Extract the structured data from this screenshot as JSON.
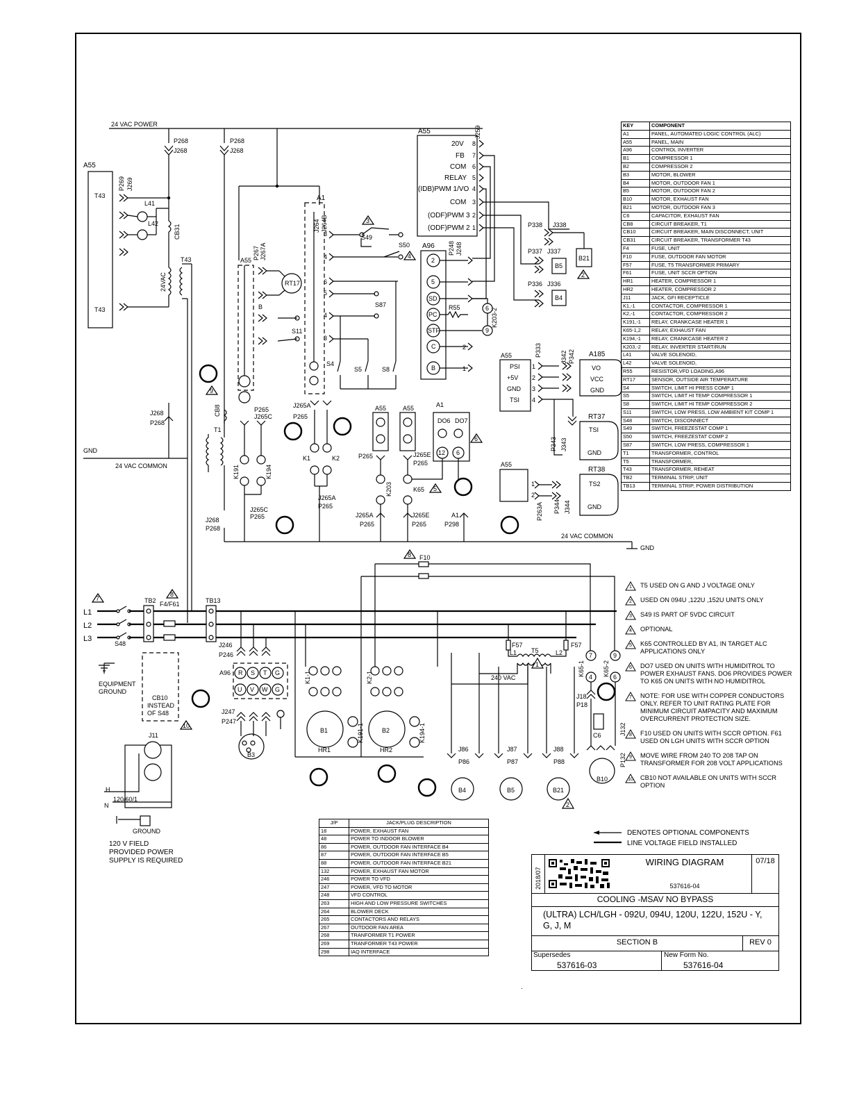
{
  "power": {
    "vac_power": "24 VAC  POWER",
    "vac_common": "24 VAC  COMMON",
    "vac_common_2": "24 VAC  COMMON",
    "gnd": "GND",
    "gnd_2": "GND"
  },
  "labels": {
    "p268_1": "P268",
    "j268_1": "J268",
    "p268_2": "P268",
    "j268_2": "J268",
    "a55_left": "A55",
    "t43_top": "T43",
    "t43_bottom": "T43",
    "p269": "P269",
    "j269": "J269",
    "l41": "L41",
    "l42": "L42",
    "cb31": "CB31",
    "t43_coil": "T43",
    "vac24": "24VAC",
    "a1": "A1",
    "j264": "J264",
    "j264b": "J264B",
    "a55_mid": "A55",
    "p267": "P267",
    "j267a": "J267A",
    "rt17": "RT17",
    "s11": "S11",
    "s49": "S49",
    "s50": "S50",
    "s87": "S87",
    "s4": "S4",
    "s5": "S5",
    "s8": "S8",
    "j265a": "J265A",
    "p265": "P265",
    "k1": "K1",
    "k2": "K2",
    "cb8": "CB8",
    "t1": "T1",
    "j268_3": "J268",
    "p268_3": "P268",
    "k191": "K191",
    "k194": "K194",
    "p265_b": "P265",
    "j265c": "J265C",
    "j265c_2": "J265C",
    "p265_c": "P265",
    "j268_4": "J268",
    "p268_4": "P268",
    "a96": "A96",
    "r55": "R55",
    "k203_2": "K203-2",
    "a55_top": "A55",
    "a55_t_20v": "20V",
    "a55_t_fb": "FB",
    "a55_t_com": "COM",
    "a55_t_relay": "RELAY",
    "a55_t_pwm1": "(IDB)PWM 1/VO",
    "a55_t_com2": "COM",
    "a55_t_pwm3": "(ODF)PWM 3",
    "a55_t_pwm2": "(ODF)PWM 2",
    "j259": "J259",
    "p248": "P248",
    "j248": "J248",
    "p338": "P338",
    "j338": "J338",
    "p337": "P337",
    "j337": "J337",
    "p336": "P336",
    "j336": "J336",
    "b5": "B5",
    "b4": "B4",
    "b21": "B21",
    "a55_r1": "A55",
    "psi": "PSI",
    "v5": "+5V",
    "gnd_r": "GND",
    "tsi": "TSI",
    "p333": "P333",
    "j342": "J342",
    "p342": "P342",
    "a185": "A185",
    "vo": "VO",
    "vcc": "VCC",
    "gnd_a185": "GND",
    "rt37": "RT37",
    "tsi_rt37": "TSI",
    "gnd_rt37": "GND",
    "p343": "P343",
    "j343": "J343",
    "a55_r2": "A55",
    "p263a": "P263A",
    "p344": "P344",
    "j344": "J344",
    "rt38": "RT38",
    "ts2": "TS2",
    "gnd_rt38": "GND",
    "a55_c1": "A55",
    "a55_c2": "A55",
    "a1_do": "A1",
    "do6": "DO6",
    "do7": "DO7",
    "p265_d": "P265",
    "j265e": "J265E",
    "p265_e": "P265",
    "k203": "K203",
    "k65": "K65",
    "j265a_2": "J265A",
    "p265_f": "P265",
    "j265a_3": "J265A",
    "p265_g": "P265",
    "j265e_2": "J265E",
    "p265_h": "P265",
    "a1_2": "A1",
    "p298": "P298",
    "f10": "F10",
    "l1": "L1",
    "l2": "L2",
    "l3": "L3",
    "tb2": "TB2",
    "f4f61": "F4/F61",
    "tb13": "TB13",
    "s48": "S48",
    "j246": "J246",
    "p246": "P246",
    "a96_2": "A96",
    "j247": "J247",
    "p247": "P247",
    "b3": "B3",
    "k1_1": "K1-1",
    "b1": "B1",
    "hr1": "HR1",
    "k191_1": "K191-1",
    "k2_1": "K2-1",
    "b2": "B2",
    "hr2": "HR2",
    "k194_1": "K194-1",
    "f57_l": "F57",
    "f57_r": "F57",
    "t5": "T5",
    "l1_t5": "L1",
    "l2_t5": "L2",
    "vac240": "240 VAC",
    "k65_1": "K65-1",
    "k65_2": "K65-2",
    "j18": "J18",
    "p18": "P18",
    "c6": "C6",
    "j132": "J132",
    "p132": "P132",
    "b10": "B10",
    "j86": "J86",
    "p86": "P86",
    "j87": "J87",
    "p87": "P87",
    "j88": "J88",
    "p88": "P88",
    "b4_m": "B4",
    "b5_m": "B5",
    "b21_m": "B21",
    "equip_ground": "EQUIPMENT",
    "equip_ground_2": "GROUND",
    "cb10": "CB10",
    "instead": "INSTEAD",
    "of_s48": "OF S48",
    "j11": "J11",
    "h": "H",
    "n": "N",
    "v120": "120/60/1",
    "ground": "GROUND"
  },
  "key_table": {
    "header": [
      "KEY",
      "COMPONENT"
    ],
    "rows": [
      [
        "A1",
        "PANEL, AUTOMATED LOGIC CONTROL (ALC)"
      ],
      [
        "A55",
        "PANEL, MAIN"
      ],
      [
        "A96",
        "CONTROL INVERTER"
      ],
      [
        "B1",
        "COMPRESSOR 1"
      ],
      [
        "B2",
        "COMPRESSOR 2"
      ],
      [
        "B3",
        "MOTOR, BLOWER"
      ],
      [
        "B4",
        "MOTOR, OUTDOOR FAN 1"
      ],
      [
        "B5",
        "MOTOR, OUTDOOR FAN 2"
      ],
      [
        "B10",
        "MOTOR, EXHAUST FAN"
      ],
      [
        "B21",
        "MOTOR, OUTDOOR FAN 3"
      ],
      [
        "C6",
        "CAPACITOR, EXHAUST FAN"
      ],
      [
        "CB8",
        "CIRCUIT BREAKER, T1"
      ],
      [
        "CB10",
        "CIRCUIT BREAKER, MAIN DISCONNECT, UNIT"
      ],
      [
        "CB31",
        "CIRCUIT BREAKER, TRANSFORMER T43"
      ],
      [
        "F4",
        "FUSE, UNIT"
      ],
      [
        "F10",
        "FUSE, OUTDOOR FAN MOTOR"
      ],
      [
        "F57",
        "FUSE, T5 TRANSFORMER PRIMARY"
      ],
      [
        "F61",
        "FUSE, UNIT SCCR OPTION"
      ],
      [
        "HR1",
        "HEATER, COMPRESSOR 1"
      ],
      [
        "HR2",
        "HEATER, COMPRESSOR 2"
      ],
      [
        "J11",
        "JACK, GFI RECEPTICLE"
      ],
      [
        "K1,-1",
        "CONTACTOR, COMPRESSOR 1"
      ],
      [
        "K2,-1",
        "CONTACTOR, COMPRESSOR 2"
      ],
      [
        "K191,-1",
        "RELAY, CRANKCASE HEATER 1"
      ],
      [
        "K65-1,2",
        "RELAY, EXHAUST FAN"
      ],
      [
        "K194,-1",
        "RELAY, CRANKCASE HEATER 2"
      ],
      [
        "K203,-2",
        "RELAY, INVERTER START/RUN"
      ],
      [
        "L41",
        "VALVE SOLENOID,"
      ],
      [
        "L42",
        "VALVE SOLENOID,"
      ],
      [
        "R55",
        "RESISTOR,VFD LOADING,A96"
      ],
      [
        "RT17",
        "SENSOR, OUTSIDE AIR TEMPERATURE"
      ],
      [
        "S4",
        "SWITCH, LIMIT HI PRESS  COMP 1"
      ],
      [
        "S5",
        "SWITCH, LIMIT HI TEMP COMPRESSOR 1"
      ],
      [
        "S8",
        "SWITCH, LIMIT HI TEMP COMPRESSOR 2"
      ],
      [
        "S11",
        "SWITCH, LOW PRESS, LOW AMBIENT KIT COMP 1"
      ],
      [
        "S48",
        "SWITCH, DISCONNECT"
      ],
      [
        "S49",
        "SWITCH, FREEZESTAT COMP 1"
      ],
      [
        "S50",
        "SWITCH, FREEZESTAT COMP 2"
      ],
      [
        "S87",
        "SWITCH, LOW PRESS, COMPRESSOR 1"
      ],
      [
        "T1",
        "TRANSFORMER, CONTROL"
      ],
      [
        "T5",
        "TRANSFORMER,"
      ],
      [
        "T43",
        "TRANSFORMER, REHEAT"
      ],
      [
        "TB2",
        "TERMINAL STRIP, UNIT"
      ],
      [
        "TB13",
        "TERMINAL STRIP, POWER DISTRIBUTION"
      ]
    ]
  },
  "jp_table": {
    "header": [
      "J/P",
      "JACK/PLUG DESCRIPTION"
    ],
    "rows": [
      [
        "18",
        "POWER, EXHAUST FAN"
      ],
      [
        "48",
        "POWER TO INDOOR BLOWER"
      ],
      [
        "86",
        "POWER, OUTDOOR FAN INTERFACE B4"
      ],
      [
        "87",
        "POWER, OUTDOOR FAN INTERFACE B5"
      ],
      [
        "88",
        "POWER, OUTDOOR FAN INTERFACE B21"
      ],
      [
        "132",
        "POWER, EXHAUST FAN MOTOR"
      ],
      [
        "246",
        "POWER TO VFD"
      ],
      [
        "247",
        "POWER, VFD TO MOTOR"
      ],
      [
        "248",
        "VFD CONTROL"
      ],
      [
        "263",
        "HIGH AND LOW PRESSURE SWITCHES"
      ],
      [
        "264",
        "BLOWER DECK"
      ],
      [
        "265",
        "CONTACTORS AND RELAYS"
      ],
      [
        "267",
        "OUTDOOR FAN AREA"
      ],
      [
        "268",
        "TRANFORMER T1 POWER"
      ],
      [
        "269",
        "TRANFORMER T43 POWER"
      ],
      [
        "298",
        "IAQ INTERFACE"
      ]
    ]
  },
  "notes": [
    {
      "num": "1",
      "text": "T5 USED ON G AND J VOLTAGE ONLY"
    },
    {
      "num": "2",
      "text": "USED ON 094U ,122U ,152U UNITS ONLY"
    },
    {
      "num": "3",
      "text": "S49 IS PART OF  5VDC CIRCUIT"
    },
    {
      "num": "4",
      "text": "OPTIONAL"
    },
    {
      "num": "5",
      "text": "K65 CONTROLLED BY A1, IN TARGET ALC APPLICATIONS ONLY"
    },
    {
      "num": "6",
      "text": "DO7 USED ON UNITS WITH HUMIDITROL TO POWER EXHAUST FANS. DO6 PROVIDES POWER TO K65 ON UNITS WITH NO HUMIDITROL"
    },
    {
      "num": "7",
      "text": "NOTE:  FOR USE WITH COPPER CONDUCTORS ONLY.  REFER TO UNIT RATING PLATE FOR MINIMUM CIRCUIT AMPACITY AND MAXIMUM OVERCURRENT PROTECTION SIZE."
    },
    {
      "num": "8",
      "text": "F10 USED ON UNITS WITH SCCR OPTION. F61 USED ON LGH UNITS WITH SCCR OPTION"
    },
    {
      "num": "9",
      "text": "MOVE WIRE FROM 240 TO 208 TAP ON TRANSFORMER FOR 208 VOLT APPLICATIONS"
    },
    {
      "num": "10",
      "text": "CB10 NOT AVAILABLE ON UNITS WITH SCCR OPTION"
    }
  ],
  "legend": {
    "optional": "DENOTES OPTIONAL COMPONENTS",
    "field": "LINE VOLTAGE FIELD INSTALLED"
  },
  "field_supply": [
    "120 V FIELD",
    "PROVIDED POWER",
    "SUPPLY IS REQUIRED"
  ],
  "title_block": {
    "date_vertical": "2018/07",
    "title": "WIRING DIAGRAM",
    "date": "07/18",
    "form_no": "537616-04",
    "subtitle": "COOLING -MSAV NO BYPASS",
    "models": "(ULTRA) LCH/LGH - 092U, 094U, 120U, 122U, 152U - Y, G, J, M",
    "section": "SECTION B",
    "rev": "REV 0",
    "supersedes_label": "Supersedes",
    "supersedes_value": "537616-03",
    "new_form_label": "New Form No.",
    "new_form_value": "537616-04"
  },
  "dot": "."
}
